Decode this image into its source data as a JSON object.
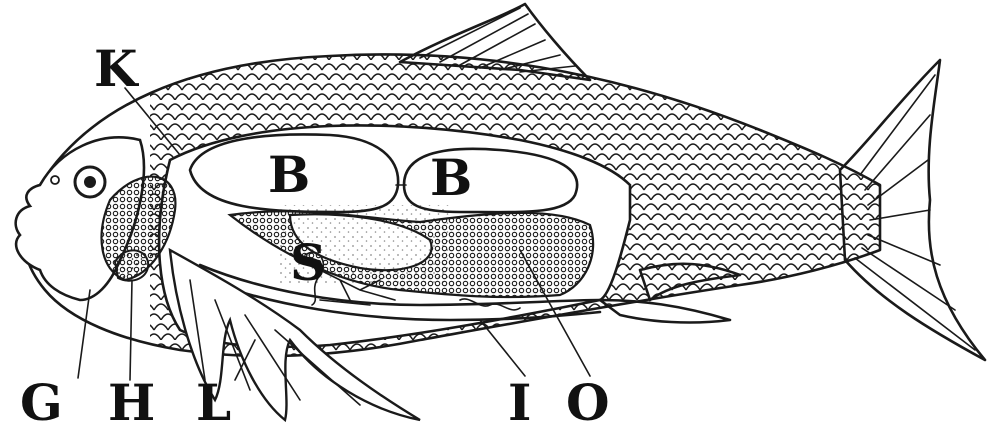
{
  "labels": {
    "K": "K",
    "B1": "B",
    "B2": "B",
    "S": "S",
    "G": "G",
    "H": "H",
    "L": "L",
    "I": "I",
    "O": "O"
  },
  "colors": {
    "ink": "#1a1a1a",
    "paper": "#ffffff"
  }
}
